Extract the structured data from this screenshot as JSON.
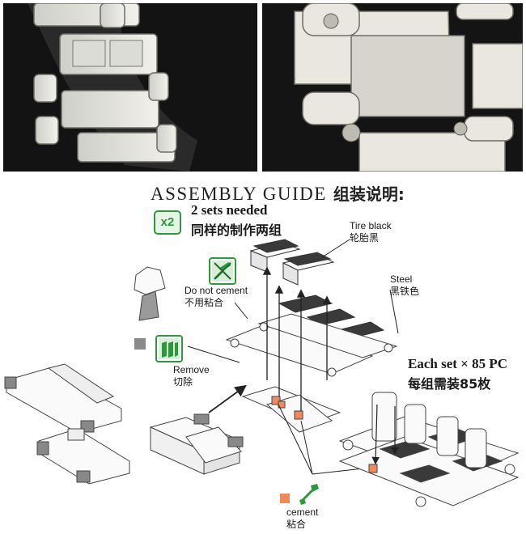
{
  "guide": {
    "title_en": "ASSEMBLY GUIDE",
    "title_cn": "组装说明:",
    "multiplier": "x2",
    "sets_needed_en": "2 sets needed",
    "sets_needed_cn": "同样的制作两组"
  },
  "callouts": {
    "tire_en": "Tire black",
    "tire_cn": "轮胎黑",
    "steel_en": "Steel",
    "steel_cn": "黑铁色",
    "no_cement_en": "Do not cement",
    "no_cement_cn": "不用粘合",
    "remove_en": "Remove",
    "remove_cn": "切除",
    "each_set_en": "Each set  × 85 PC",
    "each_set_cn": "每组需装85枚",
    "cement_en": "cement",
    "cement_cn": "粘合"
  },
  "icons": [
    "no-glue-icon",
    "remove-icon",
    "cement-brush-icon"
  ],
  "colors": {
    "accent_green": "#2c9a3c",
    "cement_orange": "#f08a5d",
    "tire_black": "#3a3a3a",
    "part_gray": "#8a8a8a",
    "photo_bg": "#141414"
  }
}
